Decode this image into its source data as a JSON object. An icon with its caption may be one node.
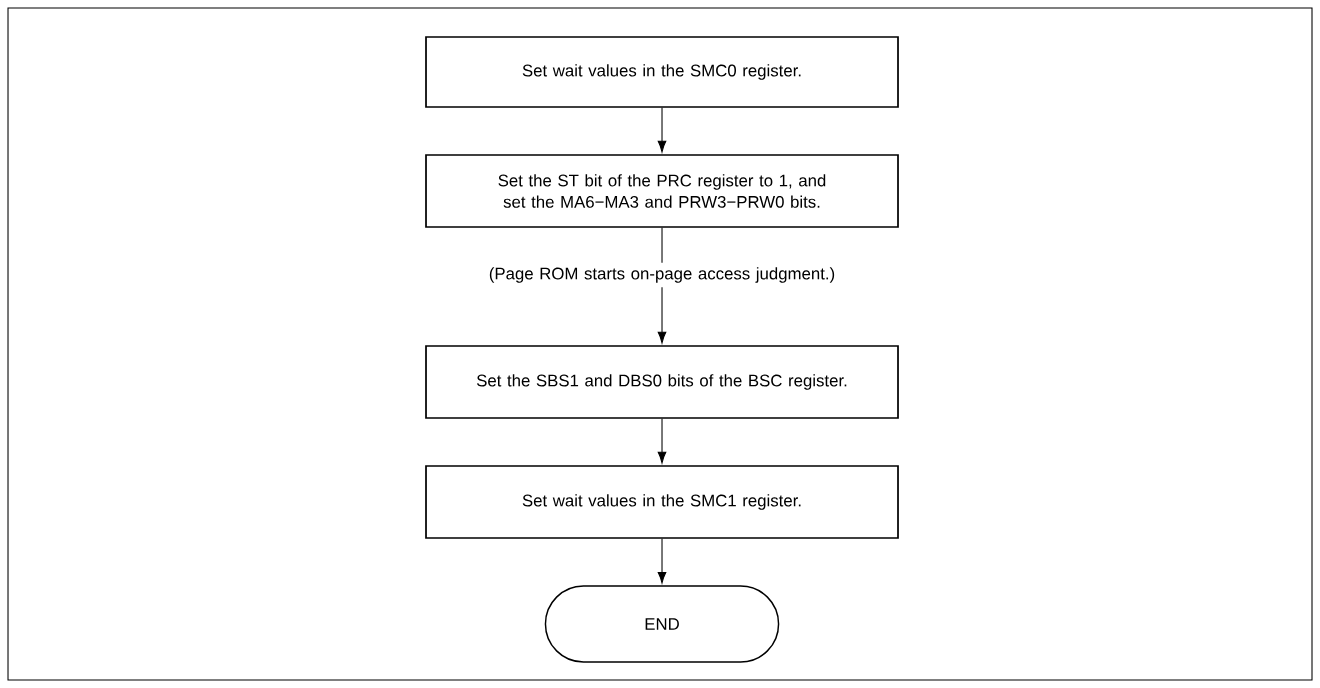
{
  "diagram": {
    "nodes": [
      {
        "text": [
          "Set wait values in the SMC0 register."
        ]
      },
      {
        "text": [
          "Set the ST bit of the PRC register to 1, and set the MA6−MA3 and PRW3−PRW0 bits."
        ]
      },
      {
        "text": [
          "(Page ROM starts on-page access judgment.)"
        ]
      },
      {
        "text": [
          "Set the SBS1 and DBS0 bits of the BSC register."
        ]
      },
      {
        "text": [
          "Set wait values in the SMC1 register."
        ]
      },
      {
        "text": [
          "END"
        ]
      }
    ],
    "edges": [
      {
        "from": 0,
        "to": 1,
        "arrow": "to"
      },
      {
        "from": 1,
        "to": 2,
        "arrow": "none"
      },
      {
        "from": 2,
        "to": 3,
        "arrow": "to"
      },
      {
        "from": 3,
        "to": 4,
        "arrow": "to"
      },
      {
        "from": 4,
        "to": 5,
        "arrow": "to"
      }
    ]
  }
}
